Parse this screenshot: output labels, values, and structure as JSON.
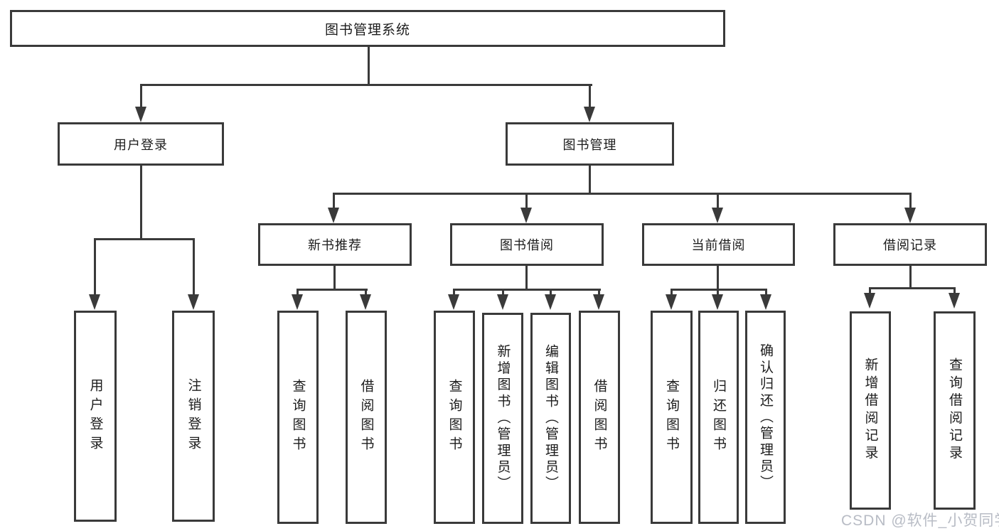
{
  "title": "图书管理系统",
  "watermark": "CSDN @软件_小贺同学",
  "colors": {
    "line": "#3a3a3a",
    "box_border": "#3a3a3a",
    "text": "#1c1c1c",
    "background": "#ffffff",
    "watermark": "#b8bcc5"
  },
  "tree": {
    "label": "图书管理系统",
    "children": [
      {
        "label": "用户登录",
        "children": [
          {
            "label": "用户登录"
          },
          {
            "label": "注销登录"
          }
        ]
      },
      {
        "label": "图书管理",
        "children": [
          {
            "label": "新书推荐",
            "children": [
              {
                "label": "查询图书"
              },
              {
                "label": "借阅图书"
              }
            ]
          },
          {
            "label": "图书借阅",
            "children": [
              {
                "label": "查询图书"
              },
              {
                "label": "新增图书（管理员）"
              },
              {
                "label": "编辑图书（管理员）"
              },
              {
                "label": "借阅图书"
              }
            ]
          },
          {
            "label": "当前借阅",
            "children": [
              {
                "label": "查询图书"
              },
              {
                "label": "归还图书"
              },
              {
                "label": "确认归还（管理员）"
              }
            ]
          },
          {
            "label": "借阅记录",
            "children": [
              {
                "label": "新增借阅记录"
              },
              {
                "label": "查询借阅记录"
              }
            ]
          }
        ]
      }
    ]
  }
}
